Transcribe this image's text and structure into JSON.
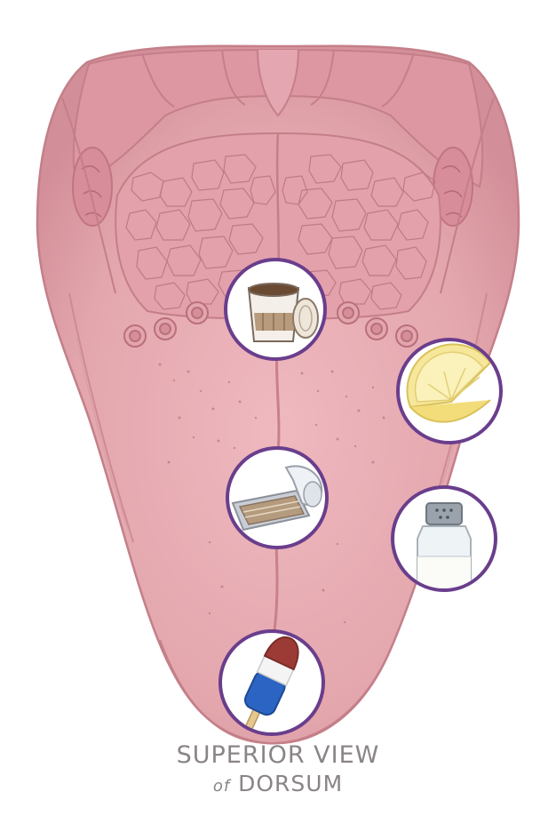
{
  "caption": {
    "line1": "SUPERIOR VIEW",
    "line2_prefix": "of",
    "line2_main": "DORSUM"
  },
  "colors": {
    "tongue": "#e3a8ae",
    "tongue_dark": "#c97f89",
    "root": "#d98f9b",
    "cell": "#e7a9b3",
    "ring": "#6a3e8c",
    "caption": "#8a8488"
  },
  "taste_icons": [
    {
      "icon": "coffee-cup-icon"
    },
    {
      "icon": "lemon-slice-icon"
    },
    {
      "icon": "sardine-tin-icon"
    },
    {
      "icon": "salt-shaker-icon"
    },
    {
      "icon": "popsicle-icon"
    }
  ]
}
